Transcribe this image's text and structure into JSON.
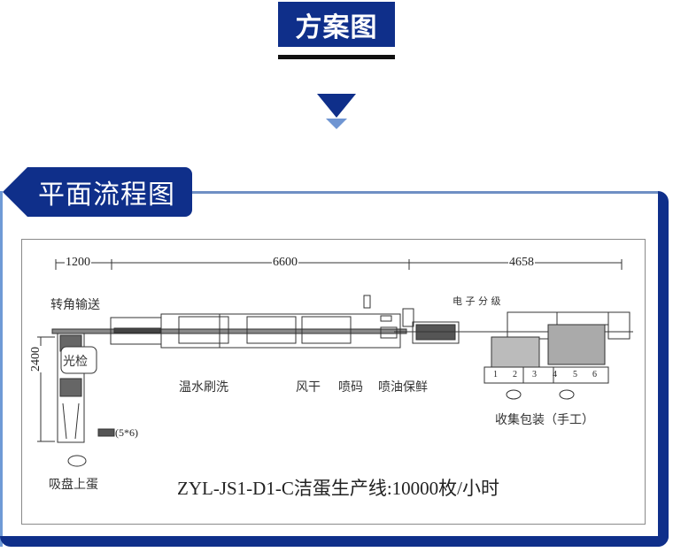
{
  "header": {
    "title": "方案图",
    "colors": {
      "primary": "#0f2f8a",
      "accent_light": "#6f95d2",
      "underline": "#111111"
    }
  },
  "section": {
    "tab_label": "平面流程图"
  },
  "diagram": {
    "dimensions": {
      "top": [
        "1200",
        "6600",
        "4658"
      ],
      "left_vertical": "2400"
    },
    "stations": {
      "corner_conveyor": "转角输送",
      "light_inspection": "光检",
      "tray_spec": "(5*6)",
      "suction_loading": "吸盘上蛋",
      "warm_water_brush": "温水刷洗",
      "air_dry": "风干",
      "inkjet_code": "喷码",
      "oil_spray_preserve": "喷油保鲜",
      "electronic_grading": "电 子 分 级",
      "collect_pack_manual": "收集包装（手工）"
    },
    "lanes": [
      "1",
      "2",
      "3",
      "4",
      "5",
      "6"
    ],
    "caption": "ZYL-JS1-D1-C洁蛋生产线:10000枚/小时"
  }
}
